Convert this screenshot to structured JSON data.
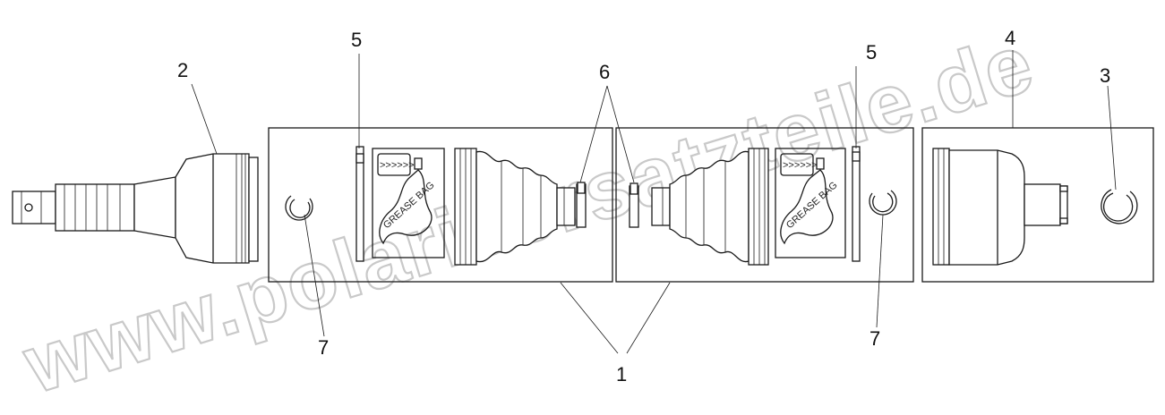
{
  "watermark": {
    "text": "www.polarisersatzteile.de"
  },
  "callouts": [
    {
      "id": "c1",
      "label": "1"
    },
    {
      "id": "c2",
      "label": "2"
    },
    {
      "id": "c3",
      "label": "3"
    },
    {
      "id": "c4",
      "label": "4"
    },
    {
      "id": "c5a",
      "label": "5"
    },
    {
      "id": "c5b",
      "label": "5"
    },
    {
      "id": "c6",
      "label": "6"
    },
    {
      "id": "c7a",
      "label": "7"
    },
    {
      "id": "c7b",
      "label": "7"
    }
  ],
  "grease_bag": {
    "text": "GREASE BAG",
    "arrows": ">>>>>>"
  },
  "colors": {
    "line": "#1a1a1a",
    "watermark": "#c9c9c9",
    "background": "#ffffff"
  }
}
